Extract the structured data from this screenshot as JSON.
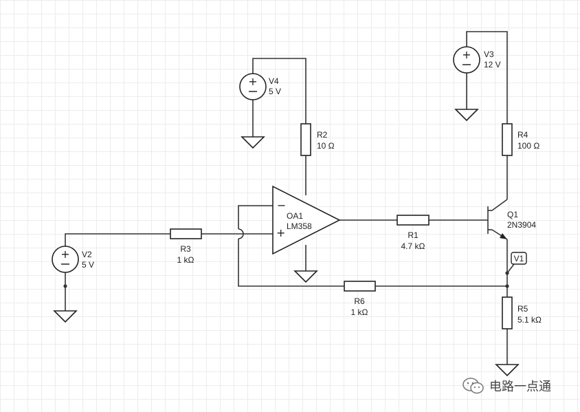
{
  "components": {
    "v4": {
      "name": "V4",
      "value": "5 V"
    },
    "v3": {
      "name": "V3",
      "value": "12 V"
    },
    "v2": {
      "name": "V2",
      "value": "5 V"
    },
    "r1": {
      "name": "R1",
      "value": "4.7 kΩ"
    },
    "r2": {
      "name": "R2",
      "value": "10 Ω"
    },
    "r3": {
      "name": "R3",
      "value": "1 kΩ"
    },
    "r4": {
      "name": "R4",
      "value": "100 Ω"
    },
    "r5": {
      "name": "R5",
      "value": "5.1 kΩ"
    },
    "r6": {
      "name": "R6",
      "value": "1 kΩ"
    },
    "oa1": {
      "name": "OA1",
      "value": "LM358",
      "minus": "−",
      "plus": "+"
    },
    "q1": {
      "name": "Q1",
      "value": "2N3904"
    }
  },
  "probe": {
    "label": "V1"
  },
  "watermark": {
    "text": "电路一点通"
  }
}
